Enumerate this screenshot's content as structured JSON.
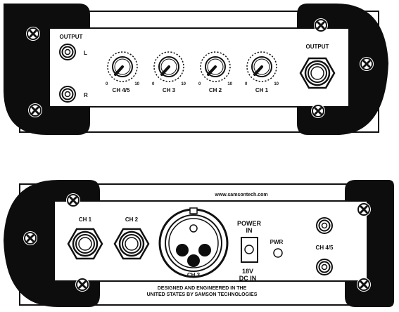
{
  "front": {
    "output_left_title": "OUTPUT",
    "jack_left": "L",
    "jack_right": "R",
    "output_right_title": "OUTPUT",
    "knobs": [
      {
        "label": "CH 4/5",
        "min": "0",
        "max": "10"
      },
      {
        "label": "CH 3",
        "min": "0",
        "max": "10"
      },
      {
        "label": "CH 2",
        "min": "0",
        "max": "10"
      },
      {
        "label": "CH 1",
        "min": "0",
        "max": "10"
      }
    ]
  },
  "back": {
    "website": "www.samsontech.com",
    "ch1": "CH 1",
    "ch2": "CH 2",
    "ch3": "CH 3",
    "power_line1": "POWER",
    "power_line2": "IN",
    "pwr": "PWR",
    "dc_line1": "18V",
    "dc_line2": "DC IN",
    "ch45": "CH 4/5",
    "footer_line1": "DESIGNED AND ENGINEERED IN THE",
    "footer_line2": "UNITED STATES BY SAMSON TECHNOLOGIES"
  }
}
